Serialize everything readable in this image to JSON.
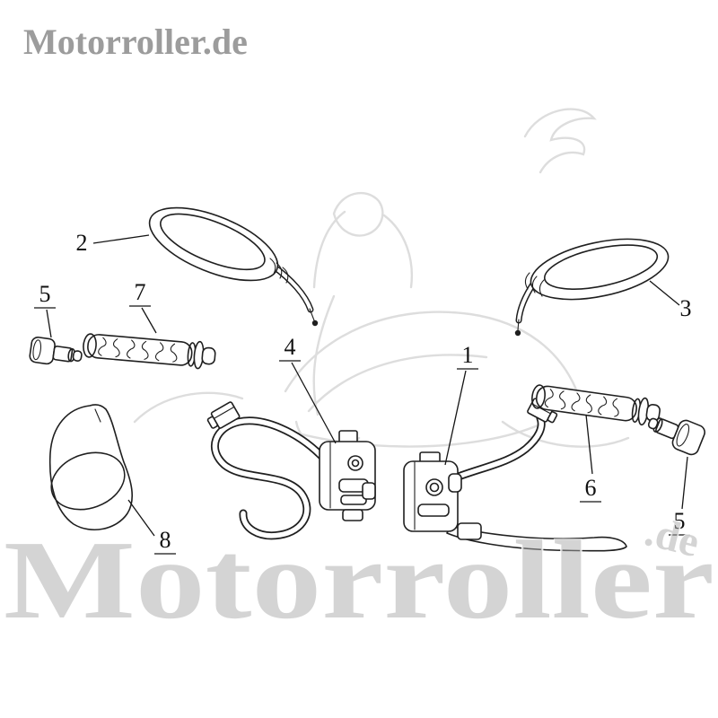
{
  "brand": {
    "logo_text": "Motorroller.de"
  },
  "watermark": {
    "main_text": "Motorroller",
    "suffix_text": ".de"
  },
  "diagram": {
    "type": "exploded-parts-line-drawing",
    "labels": {
      "p1": "1",
      "p2": "2",
      "p3": "3",
      "p4": "4",
      "p5_left": "5",
      "p5_right": "5",
      "p6": "6",
      "p7": "7",
      "p8": "8"
    }
  },
  "colors": {
    "line": "#1f1f1f",
    "watermark_gray": "#aaaaaa",
    "logo_gray": "#9c9c9c",
    "background": "#ffffff"
  }
}
